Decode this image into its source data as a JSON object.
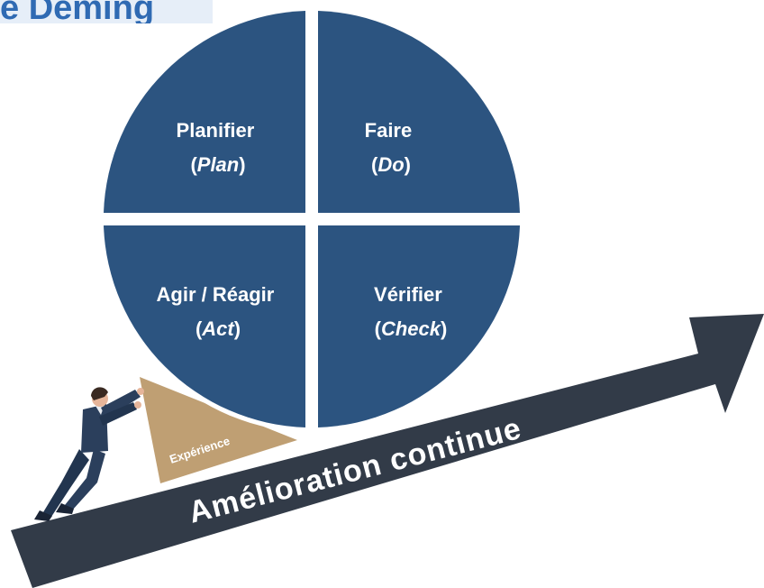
{
  "title": "e Deming",
  "quadrants": {
    "plan": {
      "line1": "Planifier",
      "open": "(",
      "italic": "Plan",
      "close": ")"
    },
    "do": {
      "line1": "Faire",
      "open": "(",
      "italic": "Do",
      "close": ")"
    },
    "act": {
      "line1": "Agir / Réagir",
      "open": "(",
      "italic": "Act",
      "close": ")"
    },
    "check": {
      "line1": "Vérifier",
      "open": "(",
      "italic": "Check",
      "close": ")"
    }
  },
  "wedge_label": "Expérience",
  "arrow_label": "Amélioration continue",
  "colors": {
    "quadrant_fill": "#2c5480",
    "quadrant_gap": "#ffffff",
    "wedge": "#bf9f73",
    "arrow": "#323b48",
    "person_suit": "#2b3f5c",
    "title": "#2f6ab3"
  },
  "icons": {
    "person": "person-pushing-icon"
  }
}
